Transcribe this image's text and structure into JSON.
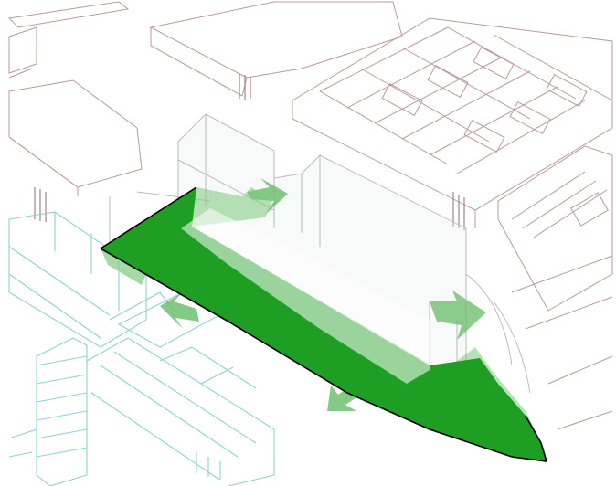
{
  "diagram": {
    "colors": {
      "background": "#ffffff",
      "surrounding_buildings": "#b89a9a",
      "lowrise_buildings": "#8fd0d6",
      "massing_outline": "#b9bcbc",
      "plaza_fill": "#1f9e24",
      "plaza_fill_light": "#7cc87c",
      "arrow_fill": "#6fbf70",
      "plaza_edge": "#000000"
    },
    "elements": [
      "surrounding-buildings",
      "lowrise-buildings",
      "tower-massing-outline",
      "green-plaza",
      "movement-arrows"
    ]
  }
}
